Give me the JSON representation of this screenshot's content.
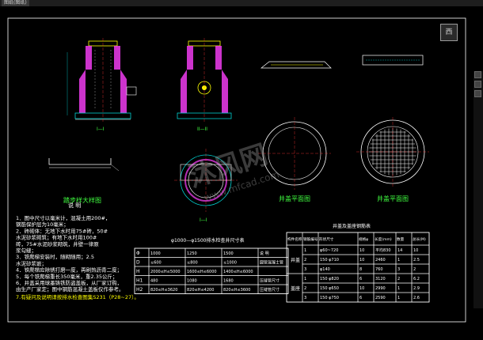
{
  "window": {
    "tab_label": "图纸(图纸)"
  },
  "viewcube": {
    "label": "西"
  },
  "views": {
    "section_1": "I—I",
    "section_2": "II—II",
    "section_3": "I—I",
    "ladder_title": "踏步样大样图",
    "plan_1": "井盖平面图",
    "plan_2": "井盖平面图"
  },
  "notes": {
    "title": "说 明",
    "lines": [
      "1．图中尺寸以毫米计，混凝土用200#，",
      "   钢筋保护层为10毫米；",
      "2．砖砌体：无地下水时用75#砖，50#",
      "   水泥砂浆砌筑；有地下水时用100#",
      "   砖，75#水泥砂浆砌筑，井壁一律原",
      "   浆勾缝；",
      "3．铁爬梯安装时，随砌随用；2.5",
      "   水泥砂浆嵌；",
      "4．铁爬梯应除锈打磨一度，再刷热沥青二度；",
      "5．每个铁爬梯重长350毫米，重2.35公斤；",
      "6．井盖采用球墨铸铁防盗盖板，从厂家订购，",
      "   由生产厂家定；图中钢筋混凝土盖板仅作参考。"
    ],
    "link": "7.有疑问及说明请按排水检查图集S231（P28~27）。"
  },
  "well_table": {
    "title": "φ1000—φ1500排水检查井尺寸表",
    "headers": [
      "Φ",
      "1000",
      "1250",
      "1500",
      "说 明"
    ],
    "rows": [
      [
        "D",
        "≤600",
        "≤800",
        "≤1000",
        "圆管混凝土管"
      ],
      [
        "H",
        "2000≤H≤5000",
        "1600≤H≤6000",
        "1400≤H≤6000",
        ""
      ],
      [
        "H1",
        "480",
        "1080",
        "1680",
        "压缝管尺寸"
      ],
      [
        "H2",
        "820≤H≤3620",
        "820≤H≤4200",
        "820≤H≤3600",
        "压缝管尺寸"
      ]
    ]
  },
  "rebar_table": {
    "title": "井盖及盖座钢筋表",
    "headers": [
      "构件名称",
      "钢筋编号",
      "形状尺寸",
      "规格φ",
      "长度(mm)",
      "数量",
      "总长(M)"
    ],
    "groups": [
      {
        "name": "井盖",
        "rows": [
          [
            "1",
            "φ60~720",
            "10",
            "平均830",
            "14",
            "10"
          ],
          [
            "2",
            "150 φ710",
            "10",
            "2460",
            "1",
            "2.5"
          ],
          [
            "3",
            "φ140",
            "8",
            "760",
            "3",
            "2"
          ]
        ]
      },
      {
        "name": "盖座",
        "rows": [
          [
            "1",
            "150 φ820",
            "6",
            "3120",
            "2",
            "6.2"
          ],
          [
            "2",
            "150 φ650",
            "10",
            "2990",
            "1",
            "2.9"
          ],
          [
            "3",
            "150 φ750",
            "6",
            "2590",
            "1",
            "2.6"
          ]
        ]
      }
    ]
  },
  "watermark": {
    "line1": "沐风网",
    "line2": "www.mfcad.com"
  },
  "colors": {
    "bg": "#000000",
    "line": "#ffffff",
    "dim": "#00d0d0",
    "hatch": "#ff40ff",
    "accent": "#ffff00",
    "red": "#ff3030",
    "green": "#40ff40",
    "text": "#ffffff"
  }
}
